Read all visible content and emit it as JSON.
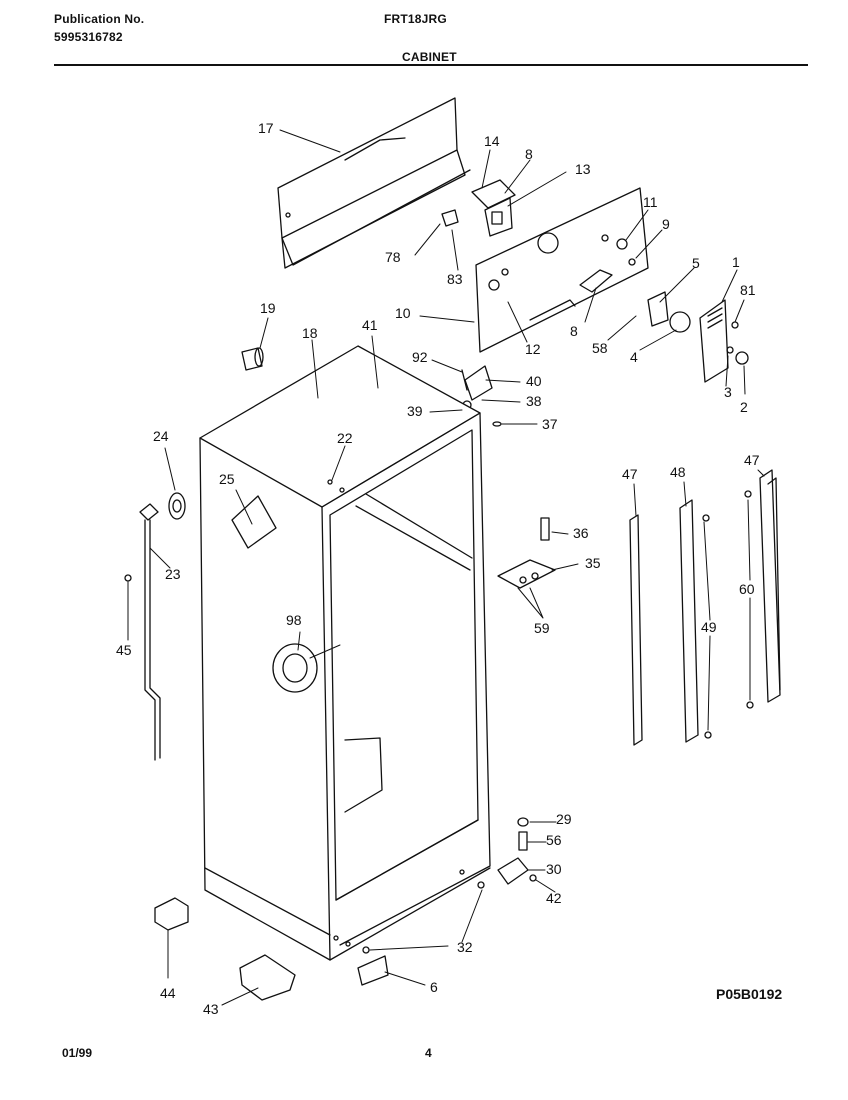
{
  "header": {
    "publication_label": "Publication No.",
    "publication_number": "5995316782",
    "model": "FRT18JRG",
    "section": "CABINET"
  },
  "callouts": [
    "17",
    "14",
    "8",
    "13",
    "11",
    "9",
    "78",
    "83",
    "10",
    "12",
    "8",
    "5",
    "1",
    "81",
    "58",
    "4",
    "3",
    "2",
    "19",
    "18",
    "41",
    "92",
    "40",
    "38",
    "39",
    "37",
    "24",
    "22",
    "25",
    "23",
    "45",
    "98",
    "47",
    "48",
    "47",
    "36",
    "35",
    "59",
    "60",
    "49",
    "29",
    "56",
    "30",
    "42",
    "32",
    "44",
    "43",
    "6"
  ],
  "diagram_code": "P05B0192",
  "footer": {
    "date": "01/99",
    "page": "4"
  }
}
